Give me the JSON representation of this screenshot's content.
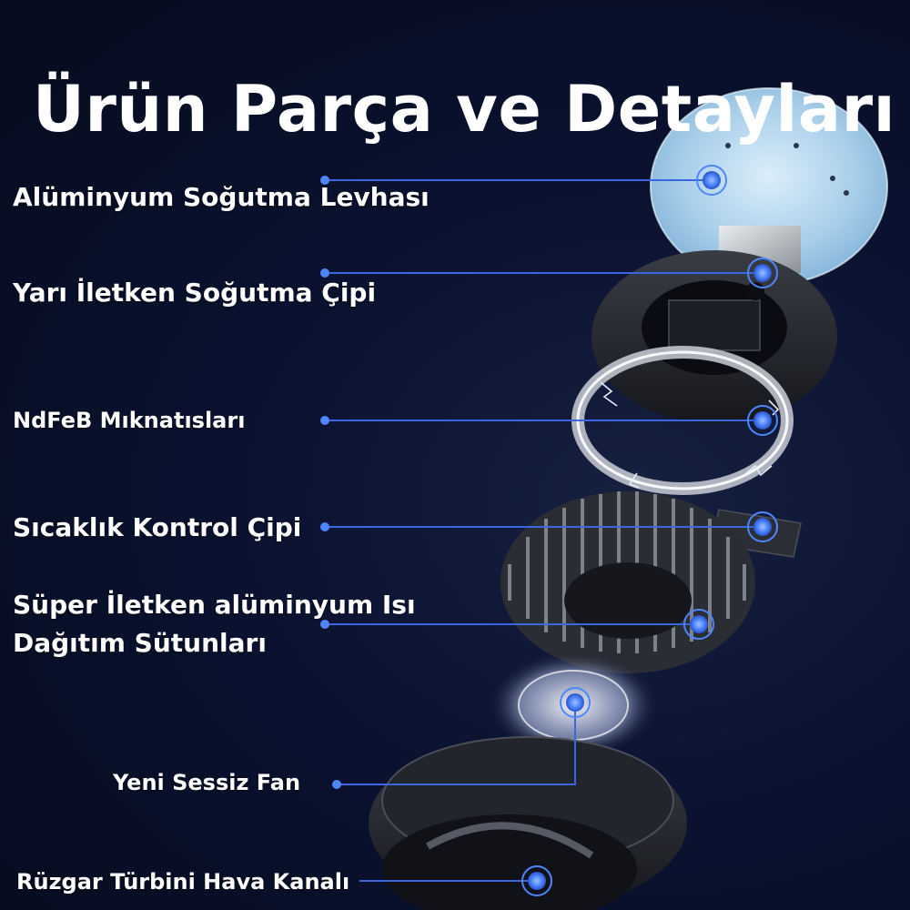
{
  "title": "Ürün Parça ve Detayları",
  "parts": [
    {
      "label": "Alüminyum Soğutma Levhası"
    },
    {
      "label": "Yarı İletken Soğutma Çipi"
    },
    {
      "label": "NdFeB Mıknatısları"
    },
    {
      "label": "Sıcaklık Kontrol Çipi"
    },
    {
      "label": "Süper İletken alüminyum Isı Dağıtım Sütunları"
    },
    {
      "label": "Yeni Sessiz Fan"
    },
    {
      "label": "Rüzgar Türbini Hava Kanalı"
    }
  ],
  "colors": {
    "background": "#070d22",
    "leader_line": "#3a66e0",
    "marker": "#4f86ff",
    "text": "#ffffff"
  }
}
